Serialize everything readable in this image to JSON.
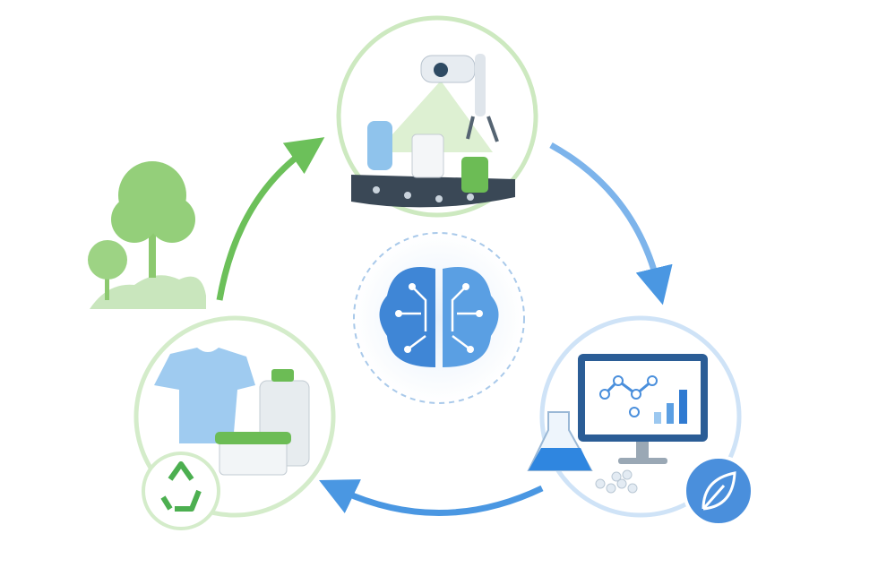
{
  "diagram": {
    "stages": [
      {
        "id": "ai-sorting",
        "icon": "robotic-sorting-conveyor-icon"
      },
      {
        "id": "lab-analysis",
        "icon": "lab-monitor-flask-icon"
      },
      {
        "id": "recycled-products",
        "icon": "recycled-products-icon"
      }
    ],
    "center_icon": "ai-brain-circuit-icon",
    "decorations": [
      "trees-icon",
      "recycle-icon",
      "leaf-icon"
    ],
    "colors": {
      "green": "#6cc05a",
      "light_green": "#d4ecca",
      "blue": "#3d8ee0",
      "light_blue": "#cfe3f7",
      "dark": "#33414f"
    }
  }
}
